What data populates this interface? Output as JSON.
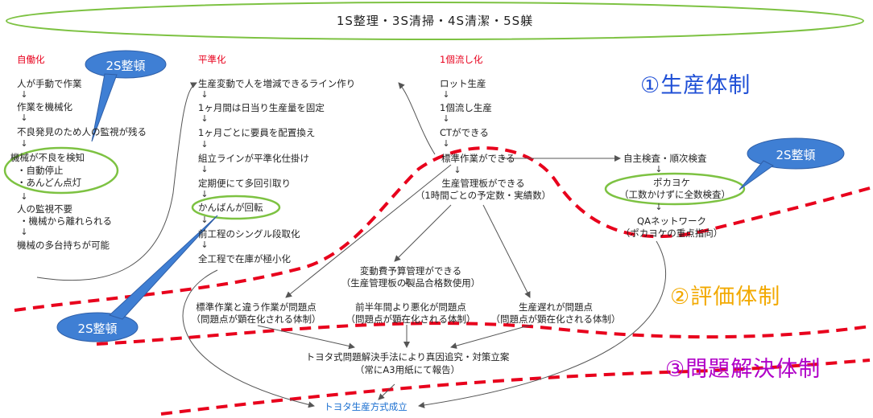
{
  "banner": "1S整理・3S清掃・4S清潔・5S躾",
  "callouts": {
    "seiton": "2S整頓"
  },
  "jidoka": {
    "heading": "自働化",
    "i1": "人が手動で作業",
    "i2": "作業を機械化",
    "i3": "不良発見のため人の監視が残る",
    "i4a": "機械が不良を検知",
    "i4b": "・自動停止",
    "i4c": "・あんどん点灯",
    "i5a": "人の監視不要",
    "i5b": "・機械から離れられる",
    "i6": "機械の多台持ちが可能"
  },
  "heijunka": {
    "heading": "平準化",
    "i1": "生産変動で人を増減できるライン作り",
    "i2": "1ヶ月間は日当り生産量を固定",
    "i3": "1ヶ月ごとに要員を配置換え",
    "i4": "組立ラインが平準化仕掛け",
    "i5": "定期便にて多回引取り",
    "i6": "かんばんが回転",
    "i7": "前工程のシングル段取化",
    "i8": "全工程で在庫が極小化"
  },
  "flow": {
    "heading": "1個流し化",
    "i1": "ロット生産",
    "i2": "1個流し生産",
    "i3": "CTができる",
    "i4": "標準作業ができる",
    "i5a": "生産管理板ができる",
    "i5b": "（1時間ごとの予定数・実績数）"
  },
  "kensa": {
    "i1": "自主検査・順次検査",
    "i2a": "ポカヨケ",
    "i2b": "（工数かけずに全数検査）",
    "i3a": "QAネットワーク",
    "i3b": "（ポカヨケの重点指向）"
  },
  "eval": {
    "cost_a": "変動費予算管理ができる",
    "cost_b": "（生産管理板の製品合格数使用）",
    "std_a": "標準作業と違う作業が問題点",
    "std_b": "（問題点が顕在化される体制）",
    "worse_a": "前半年間より悪化が問題点",
    "worse_b": "（問題点が顕在化される体制）",
    "delay_a": "生産遅れが問題点",
    "delay_b": "（問題点が顕在化される体制）"
  },
  "solve": {
    "method_a": "トヨタ式問題解決手法により真因追究・対策立案",
    "method_b": "（常にA3用紙にて報告）",
    "result": "トヨタ生産方式成立"
  },
  "zones": {
    "z1": "①生産体制",
    "z2": "②評価体制",
    "z3": "③問題解決体制"
  },
  "arrow_glyph": "↓",
  "colors": {
    "red": "#e8001c",
    "zone1": "#1f4fd6",
    "zone2": "#f2a900",
    "zone3": "#b000c8",
    "green": "#7dc242",
    "callout": "#3f7fd4",
    "result": "#1a6fd0"
  }
}
